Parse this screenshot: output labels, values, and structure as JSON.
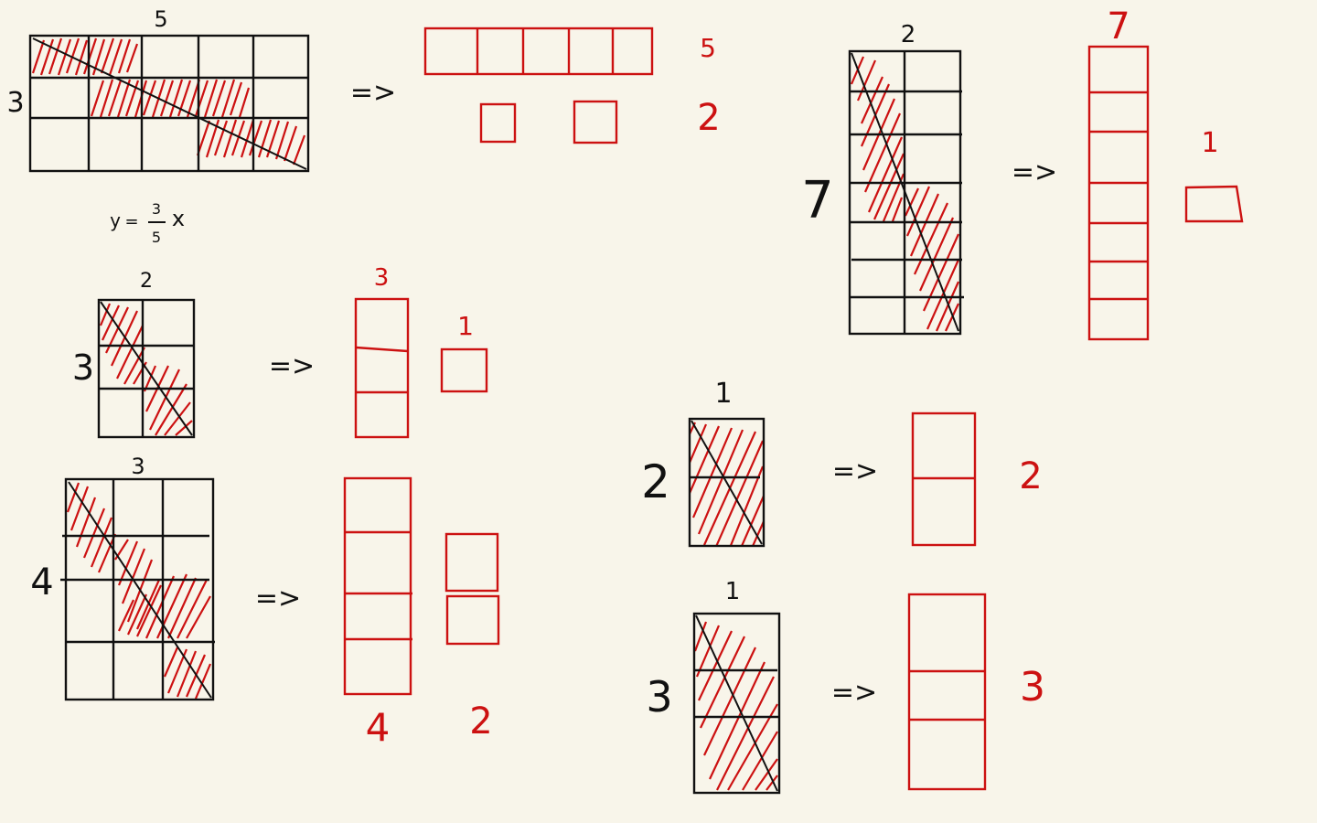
{
  "colors": {
    "background": "#f8f5ea",
    "ink": "#111111",
    "red": "#cc1111"
  },
  "arrow_symbol": "=>",
  "equation": {
    "y": "y",
    "equals": "=",
    "numerator": "3",
    "denominator": "5",
    "x": "x"
  },
  "problems": [
    {
      "id": "5x3",
      "grid": {
        "width_label": "5",
        "height_label": "3",
        "cols": 5,
        "rows": 3
      },
      "result_row": {
        "cells": 5,
        "label": "5"
      },
      "result_pieces": {
        "count": 2,
        "label": "2"
      }
    },
    {
      "id": "2x7",
      "grid": {
        "width_label": "2",
        "height_label": "7",
        "cols": 2,
        "rows": 7
      },
      "result_column": {
        "cells": 7,
        "label": "7"
      },
      "result_piece": {
        "count": 1,
        "label": "1",
        "shape": "trapezoid"
      }
    },
    {
      "id": "2x3",
      "grid": {
        "width_label": "2",
        "height_label": "3",
        "cols": 2,
        "rows": 3
      },
      "result_column": {
        "cells": 3,
        "label": "3"
      },
      "result_piece": {
        "count": 1,
        "label": "1"
      }
    },
    {
      "id": "3x4",
      "grid": {
        "width_label": "3",
        "height_label": "4",
        "cols": 3,
        "rows": 4
      },
      "result_column": {
        "cells": 4,
        "label": "4"
      },
      "result_pieces": {
        "count": 2,
        "label": "2"
      }
    },
    {
      "id": "1x2",
      "grid": {
        "width_label": "1",
        "height_label": "2",
        "cols": 1,
        "rows": 2
      },
      "result_column": {
        "cells": 2,
        "label": "2"
      }
    },
    {
      "id": "1x3",
      "grid": {
        "width_label": "1",
        "height_label": "3",
        "cols": 1,
        "rows": 3
      },
      "result_column": {
        "cells": 3,
        "label": "3"
      }
    }
  ]
}
